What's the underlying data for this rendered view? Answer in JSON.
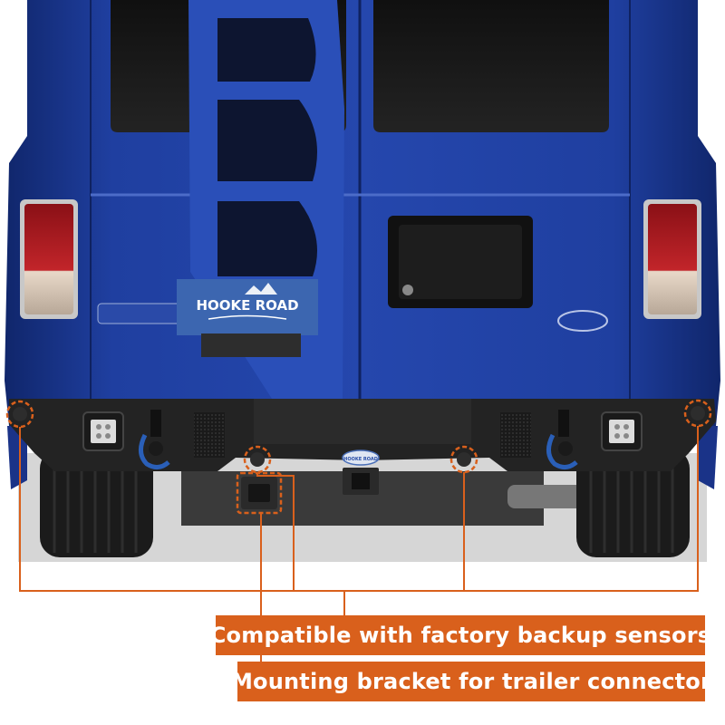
{
  "banner": {
    "brand": "HOOKE ROAD"
  },
  "hitch_badge": {
    "brand": "HOOKE ROAD"
  },
  "callouts": {
    "sensors": "Compatible with factory backup sensors",
    "bracket": "Mounting bracket for trailer connector"
  },
  "colors": {
    "van_body": "#1f3fa0",
    "van_shadow": "#132a72",
    "bumper": "#232323",
    "accent_orange": "#d9601c",
    "banner_blue": "#3c66b0",
    "shackle_blue": "#2a5fb8"
  }
}
